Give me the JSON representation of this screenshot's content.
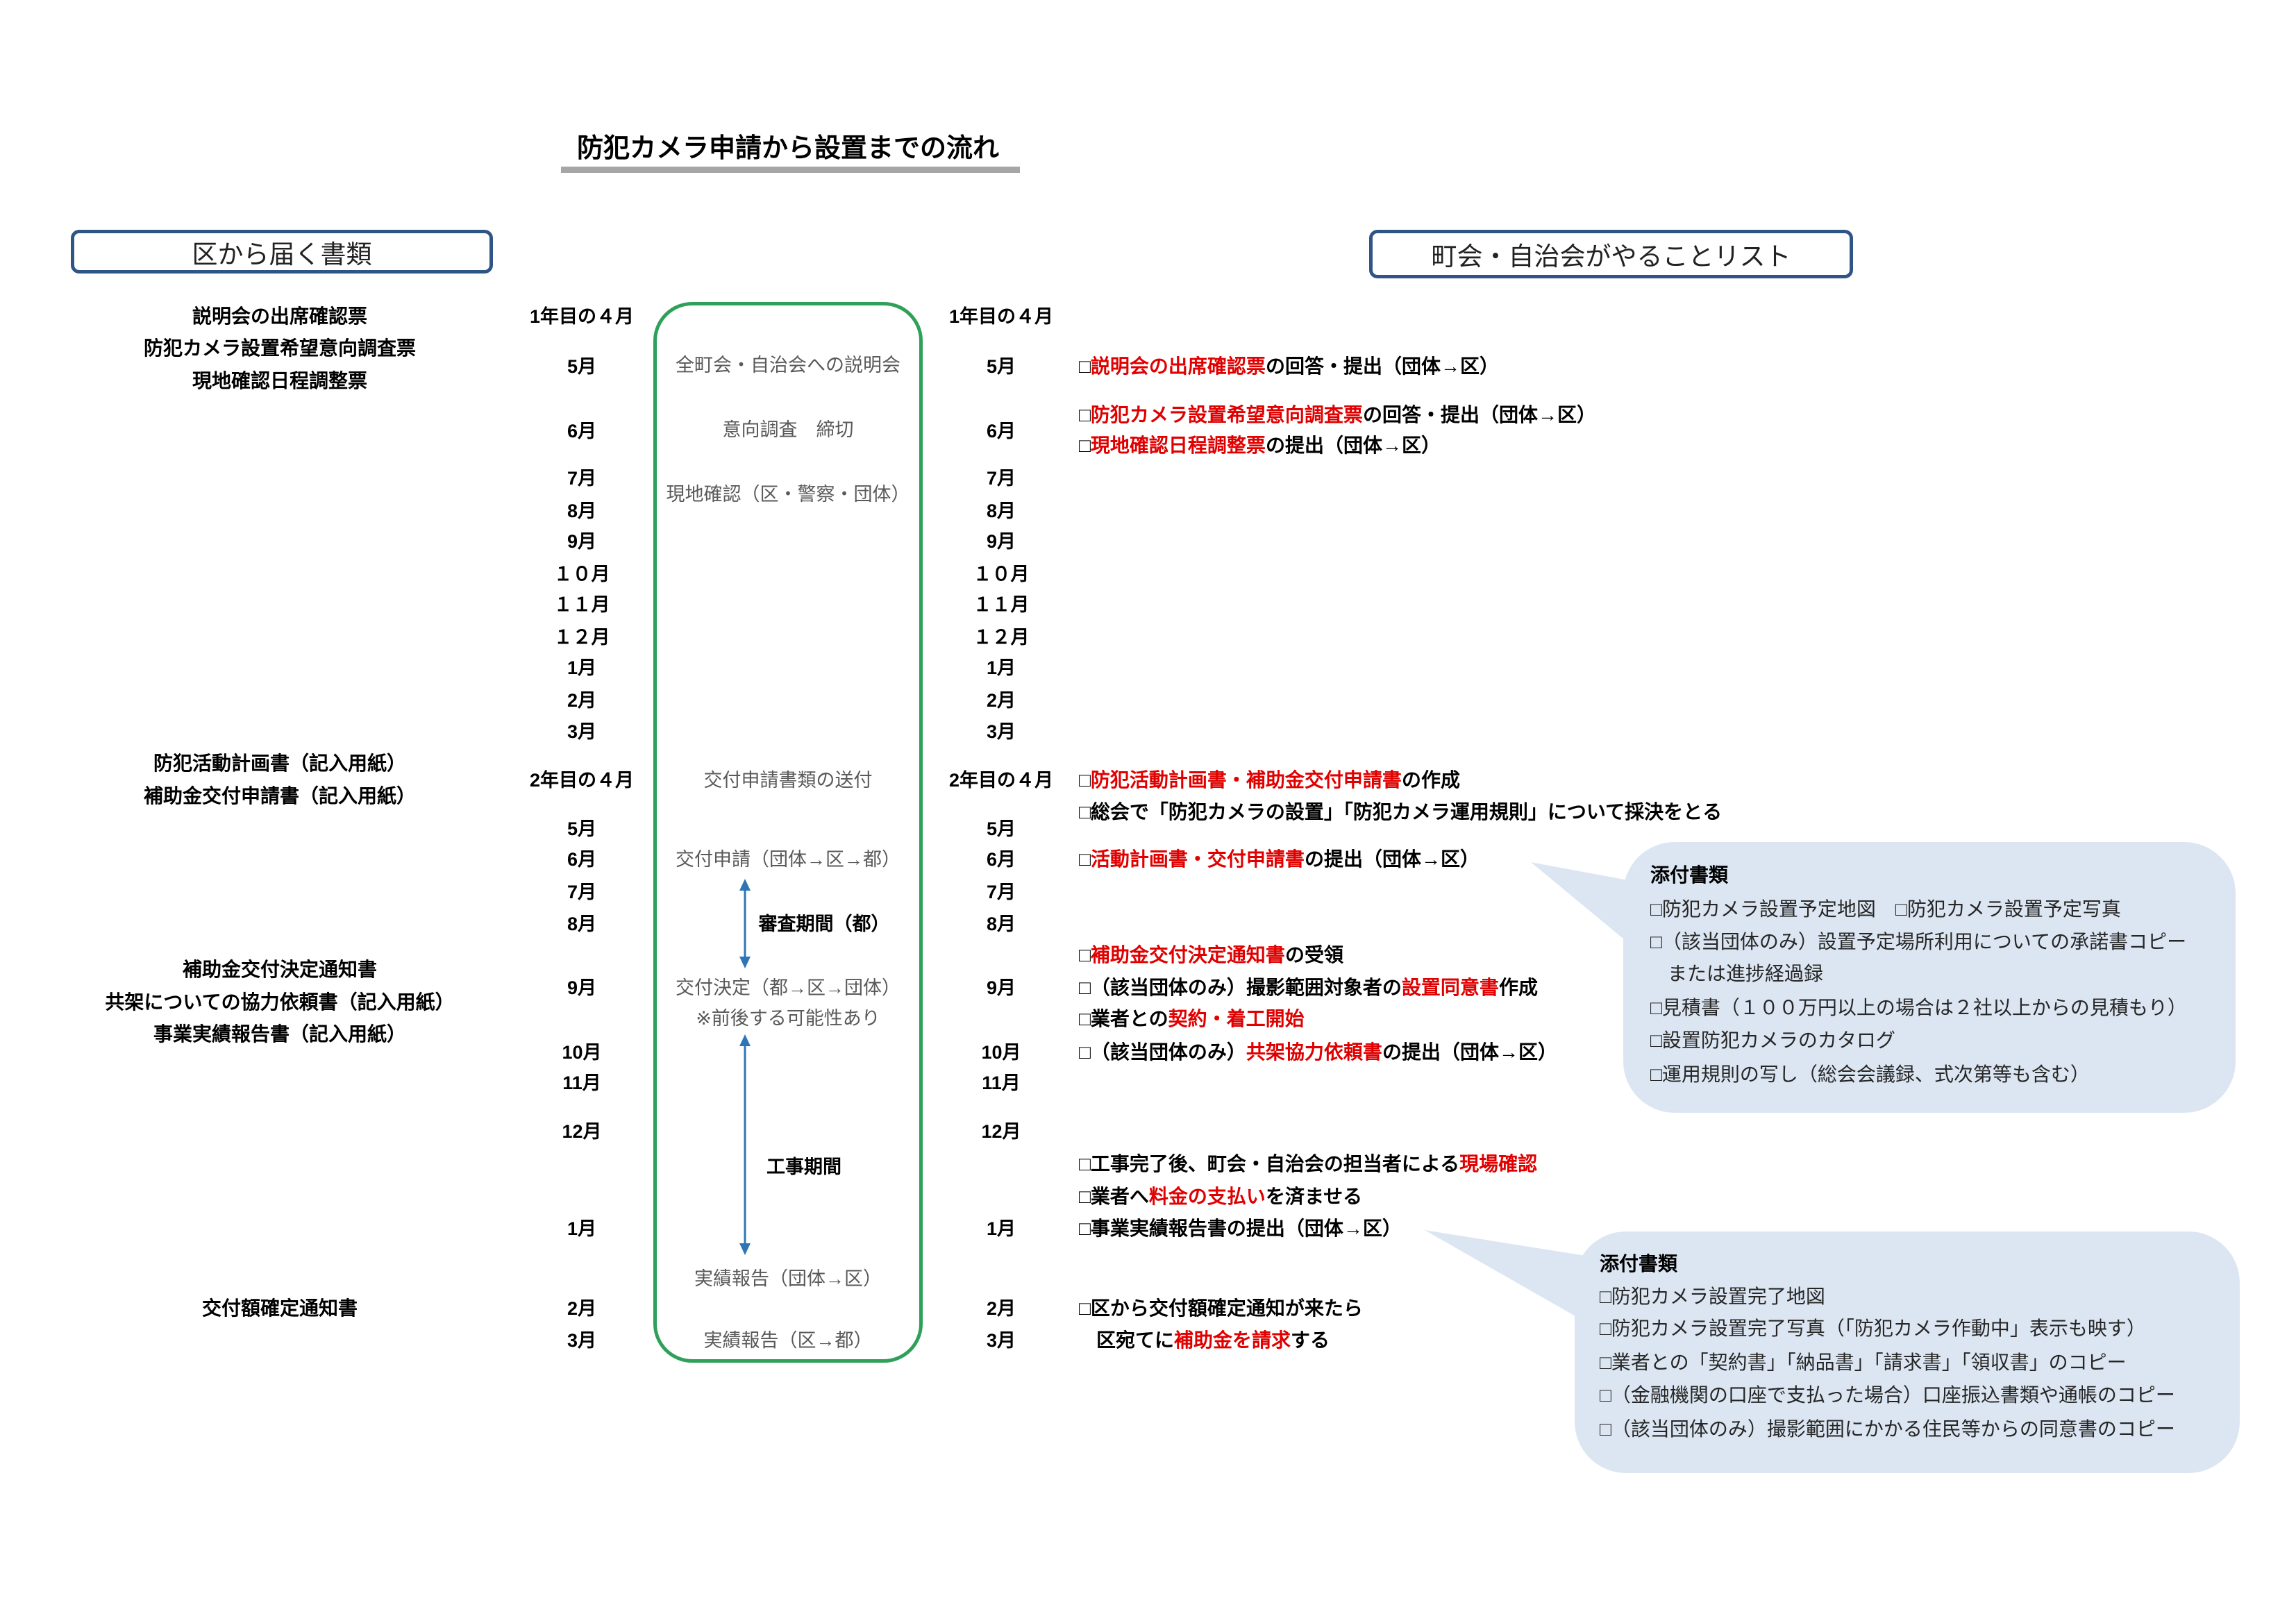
{
  "title": "防犯カメラ申請から設置までの流れ",
  "headers": {
    "ward_documents": "区から届く書類",
    "association_todo": "町会・自治会がやることリスト"
  },
  "ward_documents": [
    "説明会の出席確認票",
    "防犯カメラ設置希望意向調査票",
    "現地確認日程調整票",
    "防犯活動計画書（記入用紙）",
    "補助金交付申請書（記入用紙）",
    "補助金交付決定通知書",
    "共架についての協力依頼書（記入用紙）",
    "事業実績報告書（記入用紙）",
    "交付額確定通知書"
  ],
  "months": [
    "1年目の４月",
    "5月",
    "6月",
    "7月",
    "8月",
    "9月",
    "１０月",
    "１１月",
    "１２月",
    "1月",
    "2月",
    "3月",
    "2年目の４月",
    "5月",
    "6月",
    "7月",
    "8月",
    "9月",
    "10月",
    "11月",
    "12月",
    "1月",
    "2月",
    "3月"
  ],
  "flow": {
    "steps": [
      "全町会・自治会への説明会",
      "意向調査　締切",
      "現地確認（区・警察・団体）",
      "交付申請書類の送付",
      "交付申請（団体→区→都）",
      "交付決定（都→区→団体）",
      "実績報告（団体→区）",
      "実績報告（区→都）"
    ],
    "note": "※前後する可能性あり",
    "review_period": "審査期間（都）",
    "construction_period": "工事期間"
  },
  "todo": [
    {
      "pre": "□",
      "highlight": "説明会の出席確認票",
      "post": "の回答・提出（団体→区）"
    },
    {
      "pre": "□",
      "highlight": "防犯カメラ設置希望意向調査票",
      "post": "の回答・提出（団体→区）"
    },
    {
      "pre": "□",
      "highlight": "現地確認日程調整票",
      "post": "の提出（団体→区）"
    },
    {
      "pre": "□",
      "highlight": "防犯活動計画書・補助金交付申請書",
      "post": "の作成"
    },
    {
      "pre": "□総会で「防犯カメラの設置」「防犯カメラ運用規則」について採決をとる"
    },
    {
      "pre": "□",
      "highlight": "活動計画書・交付申請書",
      "post": "の提出（団体→区）"
    },
    {
      "pre": "□",
      "highlight": "補助金交付決定通知書",
      "post": "の受領"
    },
    {
      "pre": "□（該当団体のみ）撮影範囲対象者の",
      "highlight": "設置同意書",
      "post": "作成"
    },
    {
      "pre": "□業者との",
      "highlight": "契約・着工開始"
    },
    {
      "pre": "□（該当団体のみ）",
      "highlight": "共架協力依頼書",
      "post": "の提出（団体→区）"
    },
    {
      "pre": "□工事完了後、町会・自治会の担当者による",
      "highlight": "現場確認"
    },
    {
      "pre": "□業者へ",
      "highlight": "料金の支払い",
      "post": "を済ませる"
    },
    {
      "pre": "□事業実績報告書の提出（団体→区）"
    },
    {
      "pre": "□区から交付額確定通知が来たら"
    },
    {
      "pre": "区宛てに",
      "highlight": "補助金を請求",
      "post": "する"
    }
  ],
  "attachments": [
    {
      "heading": "添付書類",
      "items": [
        "□防犯カメラ設置予定地図　□防犯カメラ設置予定写真",
        "□（該当団体のみ）設置予定場所利用についての承諾書コピー",
        "または進捗経過録",
        "□見積書（１００万円以上の場合は２社以上からの見積もり）",
        "□設置防犯カメラのカタログ",
        "□運用規則の写し（総会会議録、式次第等も含む）"
      ]
    },
    {
      "heading": "添付書類",
      "items": [
        "□防犯カメラ設置完了地図",
        "□防犯カメラ設置完了写真（「防犯カメラ作動中」表示も映す）",
        "□業者との「契約書」「納品書」「請求書」「領収書」のコピー",
        "□（金融機関の口座で支払った場合）口座振込書類や通帳のコピー",
        "□（該当団体のみ）撮影範囲にかかる住民等からの同意書のコピー"
      ]
    }
  ],
  "colors": {
    "highlight_red": "#e00000",
    "flow_border_green": "#2ea05a",
    "header_border_navy": "#2f5587",
    "callout_fill": "#dce6f2",
    "arrow_blue": "#2e75b6",
    "underline_gray": "#a6a6a6"
  }
}
